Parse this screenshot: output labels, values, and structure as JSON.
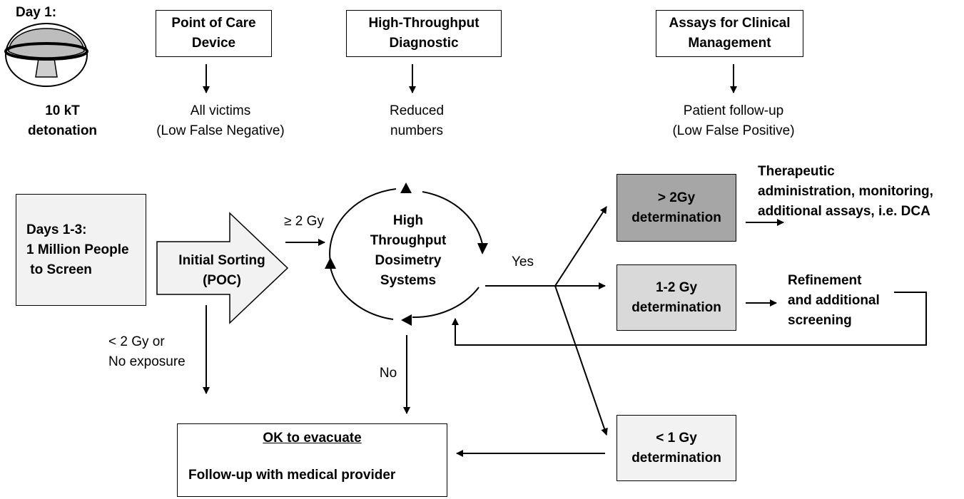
{
  "day1": {
    "label": "Day 1:",
    "detonation": [
      "10 kT",
      "detonation"
    ]
  },
  "top_boxes": {
    "poc": [
      "Point of Care",
      "Device"
    ],
    "htd": [
      "High-Throughput",
      "Diagnostic"
    ],
    "clinical": [
      "Assays for Clinical",
      "Management"
    ]
  },
  "top_notes": {
    "poc": [
      "All victims",
      "(Low False Negative)"
    ],
    "htd": [
      "Reduced",
      "numbers"
    ],
    "clinical": [
      "Patient follow-up",
      "(Low False Positive)"
    ]
  },
  "days": [
    "Days 1-3:",
    "1 Million People",
    " to Screen"
  ],
  "sorting": [
    "Initial Sorting",
    "(POC)"
  ],
  "cycle": [
    "High",
    "Throughput",
    "Dosimetry",
    "Systems"
  ],
  "labels": {
    "ge2": "≥ 2 Gy",
    "lt2": [
      "< 2 Gy or",
      "No exposure"
    ],
    "yes": "Yes",
    "no": "No"
  },
  "results": {
    "gt2": [
      "> 2Gy",
      "determination"
    ],
    "r12": [
      "1-2 Gy",
      "determination"
    ],
    "lt1": [
      "< 1 Gy",
      "determination"
    ]
  },
  "outcomes": {
    "therapeutic": [
      "Therapeutic",
      "administration, monitoring,",
      "additional assays, i.e. DCA"
    ],
    "refinement": [
      "Refinement",
      "and additional",
      "screening"
    ]
  },
  "evacuate": {
    "title": "OK to evacuate",
    "followup": "Follow-up with medical provider"
  },
  "colors": {
    "fill_light": "#f2f2f2",
    "fill_mid": "#d9d9d9",
    "fill_dark": "#a6a6a6",
    "line": "#000000"
  },
  "icons": {
    "detonation": "mushroom-cloud-icon"
  }
}
